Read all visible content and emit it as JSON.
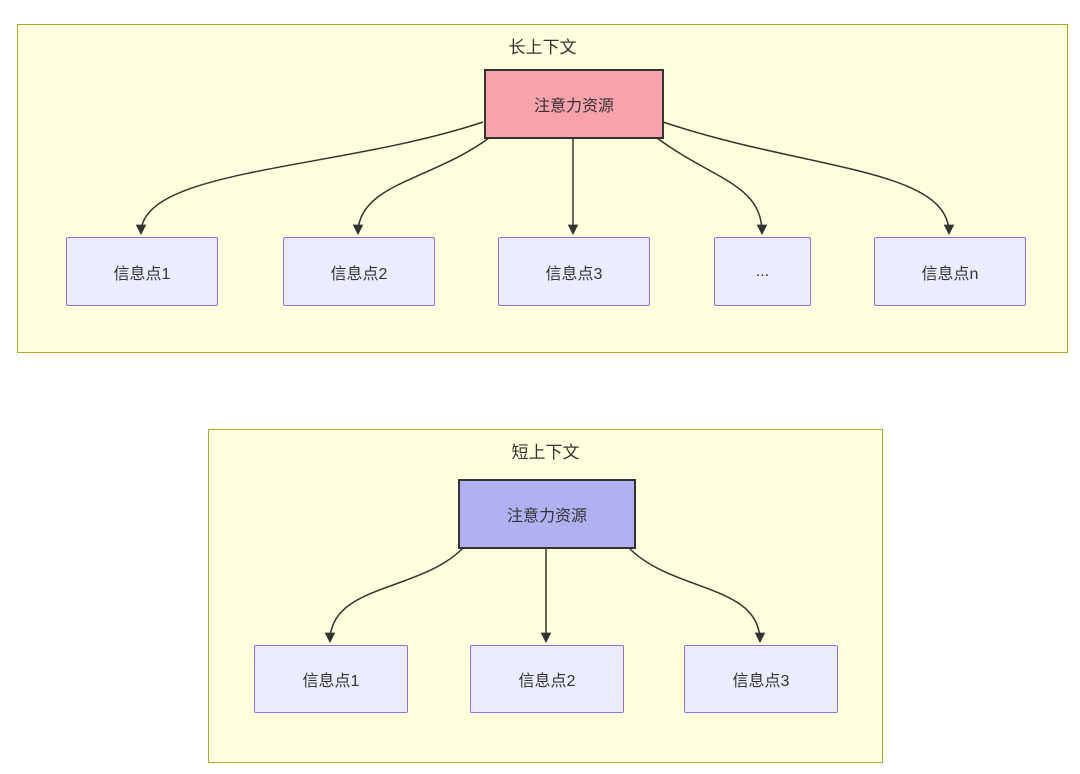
{
  "colors": {
    "page_background": "#ffffff",
    "panel_background": "#ffffde",
    "panel_border": "#aaaa33",
    "info_node_background": "#ececff",
    "info_node_border": "#9370db",
    "attention_long_background": "#f8a3ac",
    "attention_short_background": "#b1b1f2",
    "attention_border": "#333333",
    "edge_color": "#333333",
    "text_color": "#333333"
  },
  "long_context": {
    "title": "长上下文",
    "attention_label": "注意力资源",
    "info_points": [
      "信息点1",
      "信息点2",
      "信息点3",
      "...",
      "信息点n"
    ]
  },
  "short_context": {
    "title": "短上下文",
    "attention_label": "注意力资源",
    "info_points": [
      "信息点1",
      "信息点2",
      "信息点3"
    ]
  }
}
